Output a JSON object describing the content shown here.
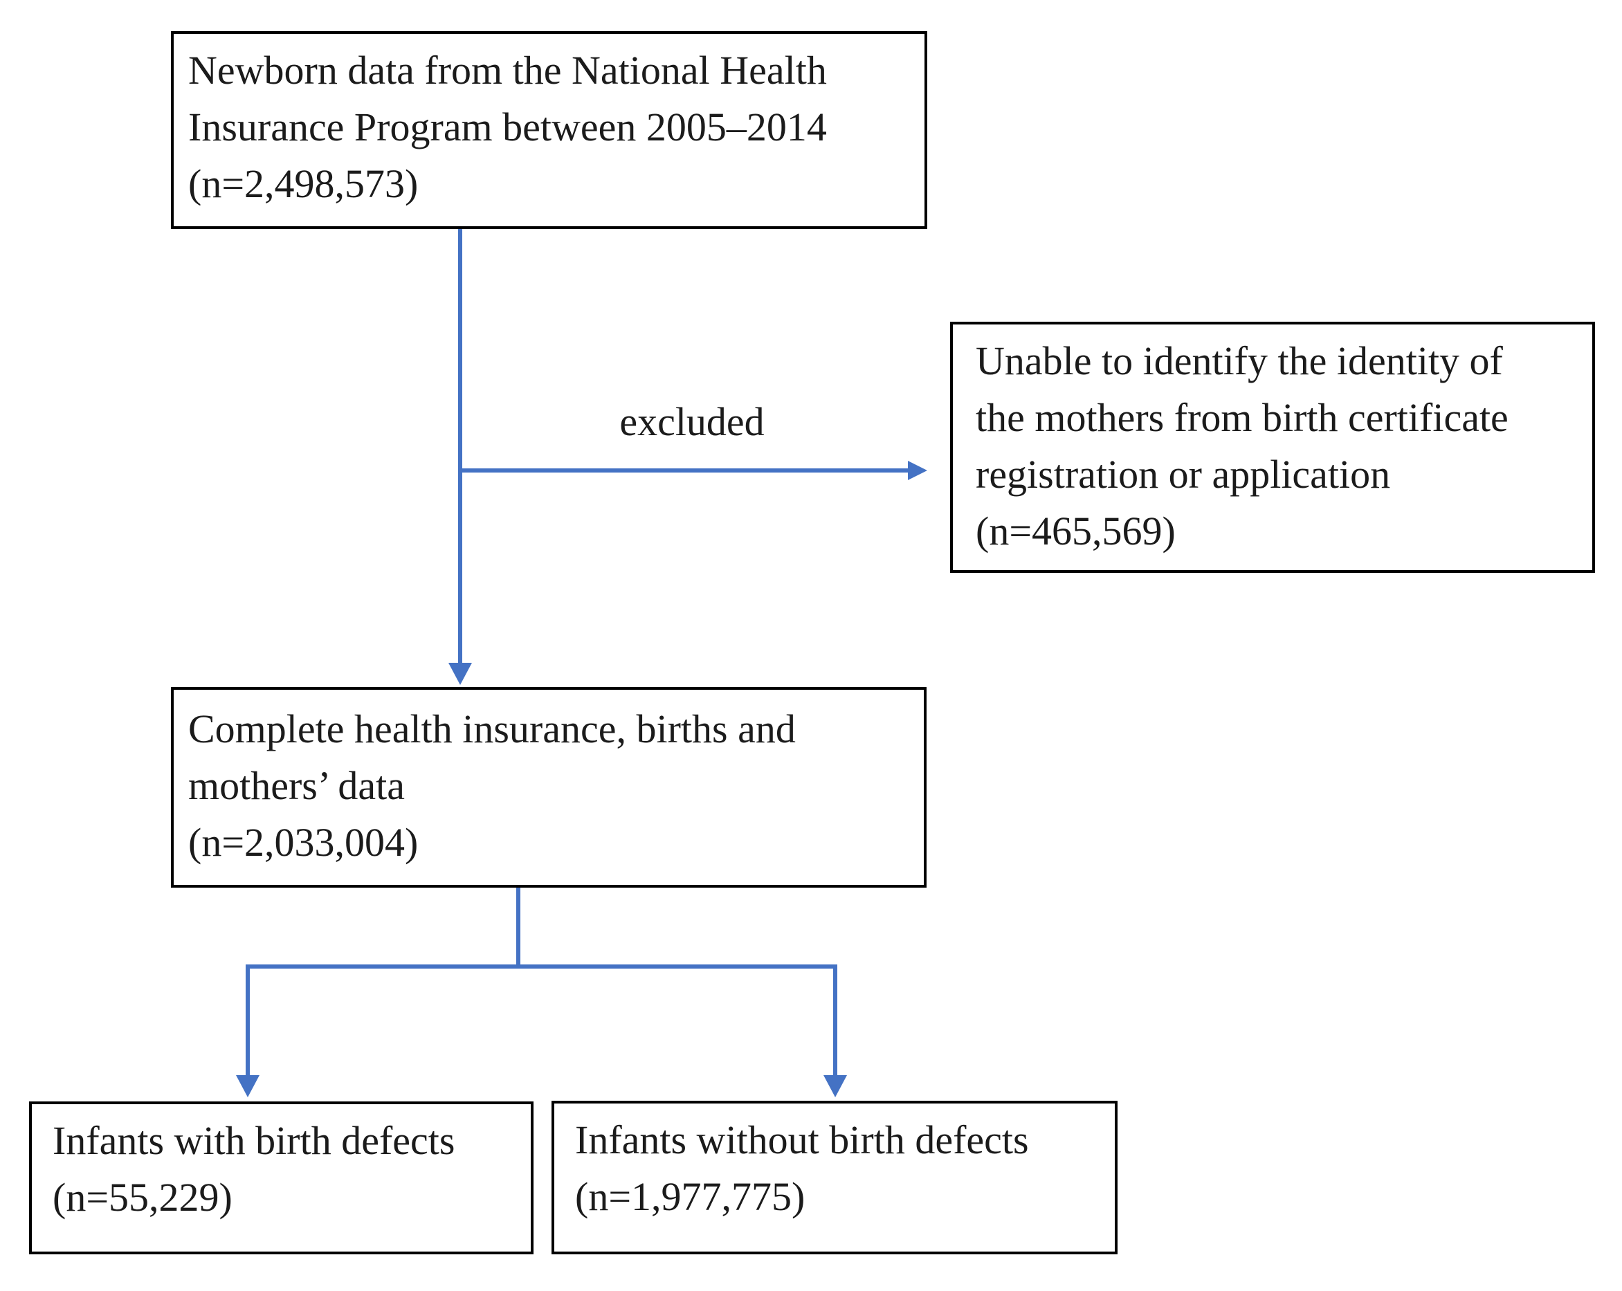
{
  "colors": {
    "arrow_blue": "#4472C4",
    "box_border": "#000000",
    "text": "#1b1b1b",
    "background": "#ffffff"
  },
  "boxes": {
    "newborn": {
      "text": "Newborn data from the National Health\nInsurance Program between 2005–2014\n(n=2,498,573)"
    },
    "excluded_reason": {
      "text": "Unable to identify the identity of\nthe mothers from birth certificate\nregistration or application\n(n=465,569)"
    },
    "complete": {
      "text": "Complete health insurance, births and\nmothers’ data\n(n=2,033,004)"
    },
    "with_defects": {
      "text": "Infants with birth defects\n(n=55,229)"
    },
    "without_defects": {
      "text": "Infants without birth defects\n(n=1,977,775)"
    }
  },
  "labels": {
    "excluded": "excluded"
  }
}
